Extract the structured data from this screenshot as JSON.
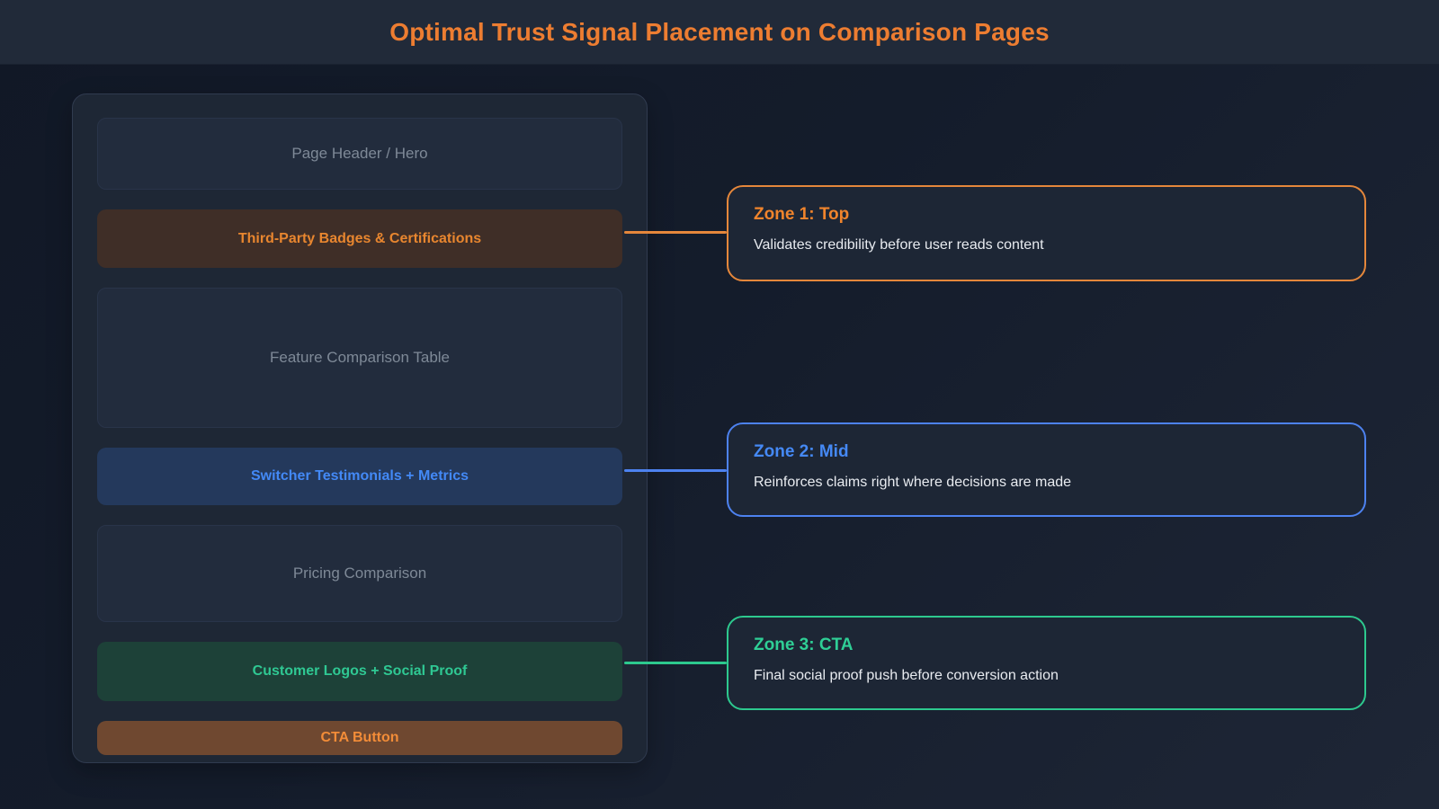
{
  "header": {
    "title": "Optimal Trust Signal Placement on Comparison Pages"
  },
  "wireframe": {
    "sections": [
      {
        "label": "Page Header / Hero",
        "type": "plain"
      },
      {
        "label": "Third-Party Badges & Certifications",
        "type": "highlight-orange"
      },
      {
        "label": "Feature Comparison Table",
        "type": "plain"
      },
      {
        "label": "Switcher Testimonials + Metrics",
        "type": "highlight-blue"
      },
      {
        "label": "Pricing Comparison",
        "type": "plain"
      },
      {
        "label": "Customer Logos + Social Proof",
        "type": "highlight-green"
      },
      {
        "label": "CTA Button",
        "type": "cta"
      }
    ]
  },
  "zones": [
    {
      "title": "Zone 1: Top",
      "description": "Validates credibility before user reads content",
      "accent": "#e5873b"
    },
    {
      "title": "Zone 2: Mid",
      "description": "Reinforces claims right where decisions are made",
      "accent": "#4d82f0"
    },
    {
      "title": "Zone 3: CTA",
      "description": "Final social proof push before conversion action",
      "accent": "#2dc98e"
    }
  ],
  "colors": {
    "title_accent": "#ed7d31",
    "orange_accent": "#e5873b",
    "blue_accent": "#4d82f0",
    "green_accent": "#2dc98e",
    "header_bg": "#212a39",
    "panel_bg": "#1e2735",
    "cta_bg": "#6f4830"
  }
}
